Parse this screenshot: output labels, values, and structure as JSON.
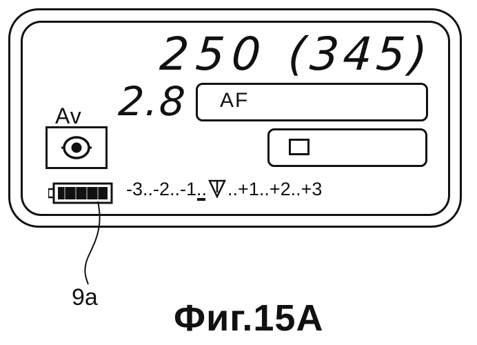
{
  "display": {
    "shot_count": "250",
    "remaining_count": "(345)",
    "aperture": "2.8",
    "focus_mode": "AF",
    "exposure_mode": "Av",
    "metering_icon": "spot-metering-icon",
    "drive_icon": "single-frame-icon",
    "battery_icon": "battery-icon",
    "scale": {
      "left": "-3..-2..-1",
      "cursor": "..",
      "right": "..+1..+2..+3"
    }
  },
  "annotation": {
    "reference": "9a"
  },
  "caption": "Фиг.15А"
}
